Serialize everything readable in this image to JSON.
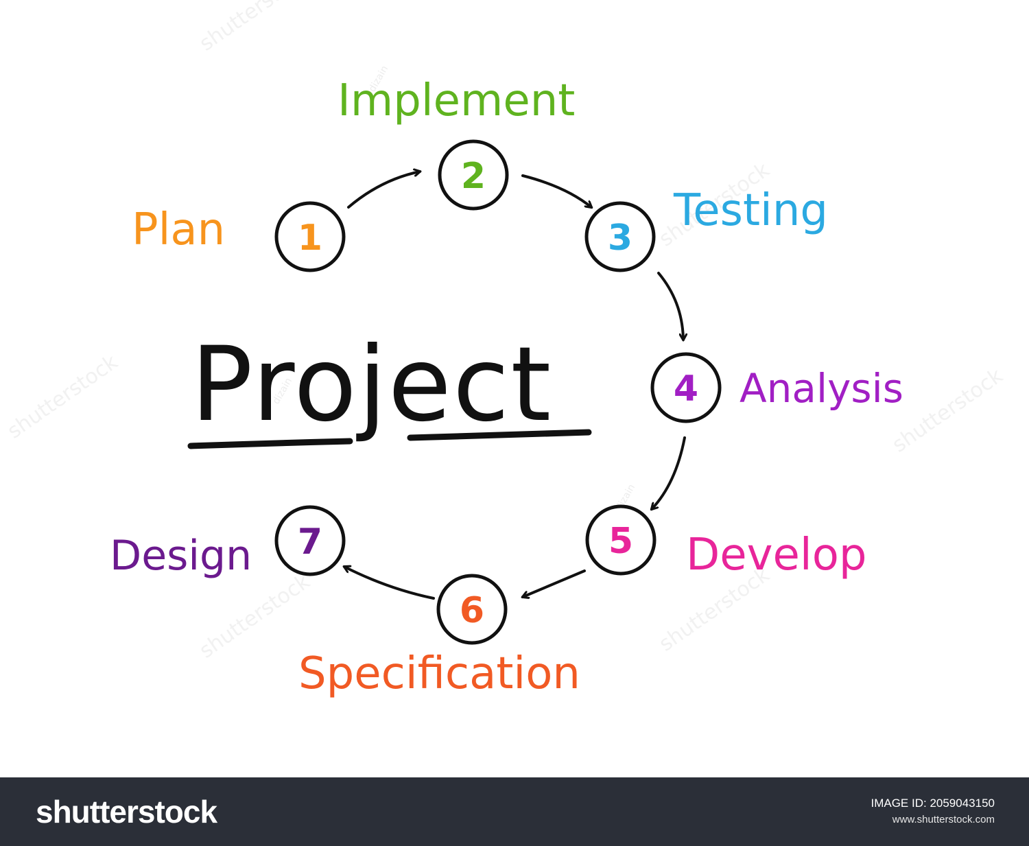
{
  "diagram": {
    "center_title": "Project",
    "steps": [
      {
        "number": "1",
        "label": "Plan",
        "color": "#f7941d"
      },
      {
        "number": "2",
        "label": "Implement",
        "color": "#5fb31f"
      },
      {
        "number": "3",
        "label": "Testing",
        "color": "#2ba9e1"
      },
      {
        "number": "4",
        "label": "Analysis",
        "color": "#a11fc4"
      },
      {
        "number": "5",
        "label": "Develop",
        "color": "#e8259a"
      },
      {
        "number": "6",
        "label": "Specification",
        "color": "#f15a24"
      },
      {
        "number": "7",
        "label": "Design",
        "color": "#6b1a8e"
      }
    ]
  },
  "watermarks": [
    "shutterstock",
    "dizain"
  ],
  "footer": {
    "logo": "shutterstock",
    "image_id": "IMAGE ID: 2059043150",
    "url": "www.shutterstock.com"
  }
}
